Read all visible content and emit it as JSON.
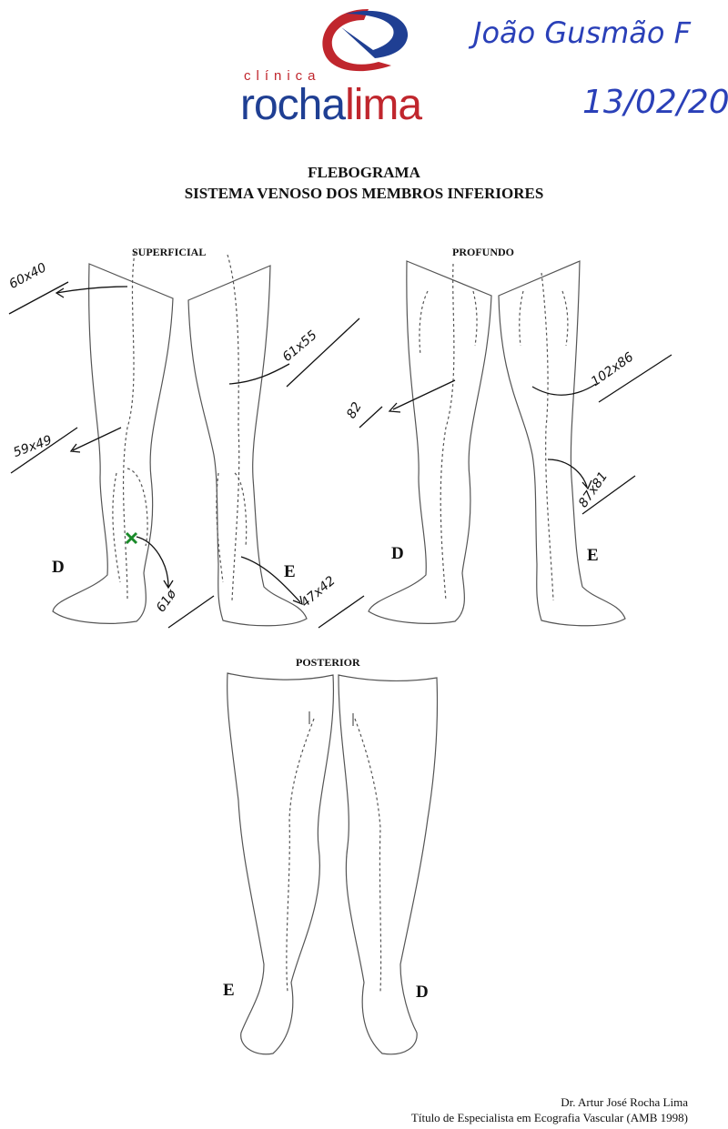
{
  "header": {
    "logo": {
      "small": "clínica",
      "rocha": "rocha",
      "lima": "lima"
    },
    "patient_name": "João Gusmão F",
    "date": "13/02/20"
  },
  "title": {
    "line1": "FLEBOGRAMA",
    "line2": "SISTEMA VENOSO DOS MEMBROS INFERIORES"
  },
  "sections": {
    "superficial": {
      "label": "SUPERFICIAL",
      "right": "D",
      "left": "E"
    },
    "profundo": {
      "label": "PROFUNDO",
      "right": "D",
      "left": "E"
    },
    "posterior": {
      "label": "POSTERIOR",
      "left": "E",
      "right": "D"
    }
  },
  "annotations": {
    "sup_d_thigh": "60x40",
    "sup_d_knee": "59x49",
    "sup_d_calf": "61ø",
    "sup_e_thigh": "61x55",
    "sup_e_ankle": "47x42",
    "prof_d_thigh": "82",
    "prof_e_thigh": "102x86",
    "prof_e_knee": "87x81"
  },
  "footer": {
    "doctor": "Dr. Artur José Rocha Lima",
    "title": "Título de Especialista em Ecografia Vascular (AMB 1998)"
  },
  "colors": {
    "brand_blue": "#1f3f93",
    "brand_red": "#c0262d",
    "pen_blue": "#2a40b8",
    "marker_green": "#1a8a2a"
  }
}
